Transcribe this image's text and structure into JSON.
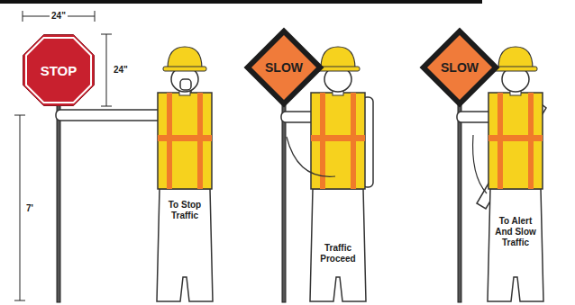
{
  "diagram": {
    "nodes": [
      {
        "text": [
          "STOP"
        ]
      },
      {
        "text": [
          "SLOW"
        ]
      },
      {
        "text": [
          "SLOW"
        ]
      }
    ],
    "labels": [
      "24\"",
      "24\"",
      "7'",
      "To Stop Traffic",
      "Traffic Proceed",
      "To Alert And Slow Traffic"
    ]
  }
}
